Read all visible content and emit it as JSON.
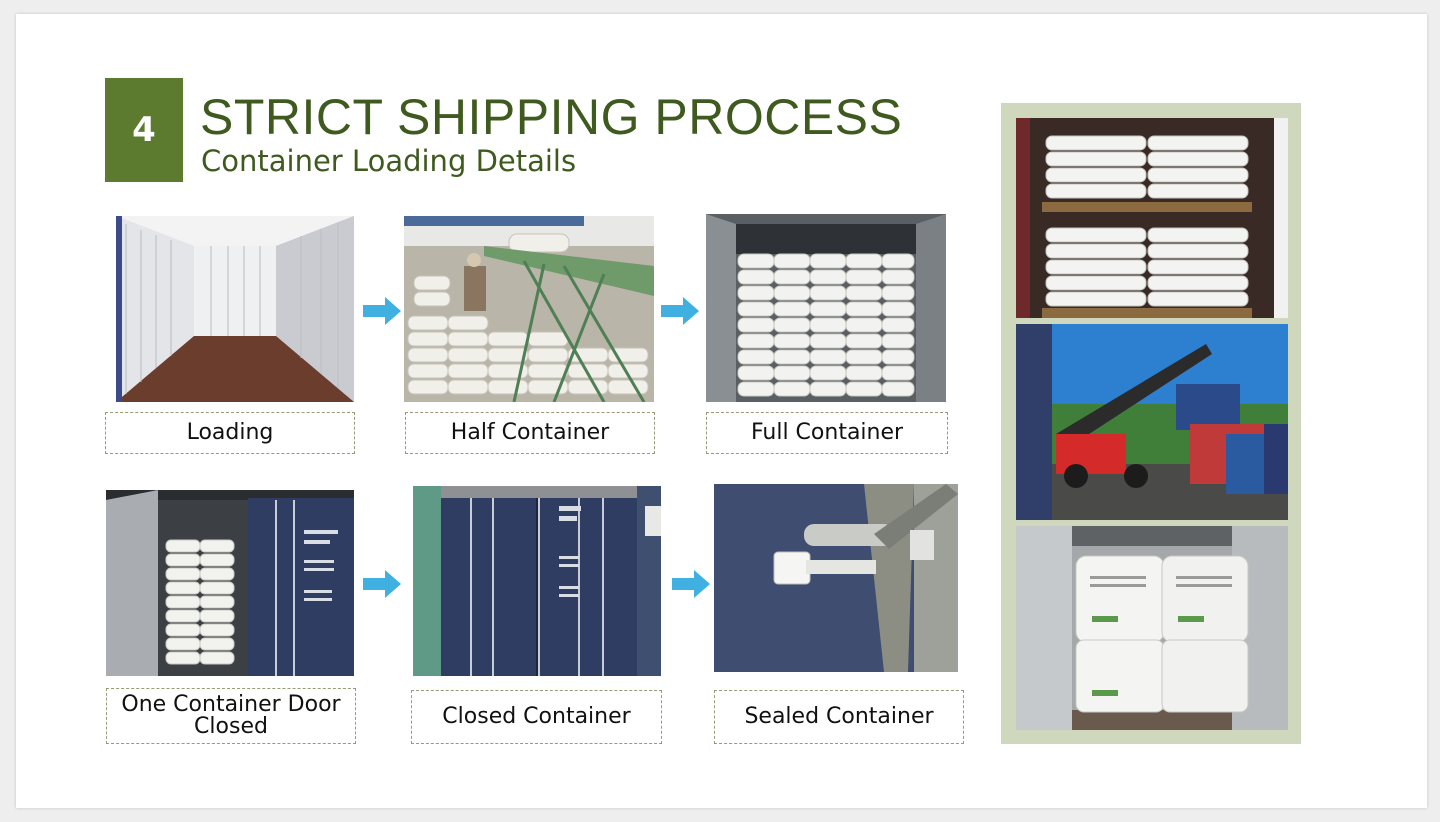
{
  "header": {
    "step_number": "4",
    "title": "STRICT SHIPPING PROCESS",
    "subtitle": "Container Loading Details"
  },
  "steps": [
    {
      "caption": "Loading"
    },
    {
      "caption": "Half Container"
    },
    {
      "caption": "Full Container"
    },
    {
      "caption": "One Container Door Closed"
    },
    {
      "caption": "Closed Container"
    },
    {
      "caption": "Sealed Container"
    }
  ],
  "colors": {
    "accent_green": "#5d7b2f",
    "title_green": "#3f5a1e",
    "arrow_blue": "#3fb0e0",
    "side_frame": "#cfd8bd"
  },
  "icons": {
    "arrow": "arrow-right-icon"
  }
}
